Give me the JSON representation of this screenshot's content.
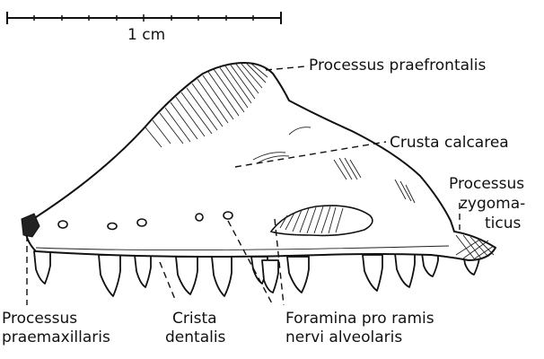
{
  "scale_bar": {
    "label": "1 cm"
  },
  "labels": {
    "processus_praefrontalis": "Processus praefrontalis",
    "crusta_calcarea": "Crusta calcarea",
    "processus_zygomaticus_1": "Processus",
    "processus_zygomaticus_2": "zygoma-",
    "processus_zygomaticus_3": "ticus",
    "processus_praemaxillaris_1": "Processus",
    "processus_praemaxillaris_2": "praemaxillaris",
    "crista_dentalis_1": "Crista",
    "crista_dentalis_2": "dentalis",
    "foramina_1": "Foramina pro ramis",
    "foramina_2": "nervi alveolaris"
  }
}
